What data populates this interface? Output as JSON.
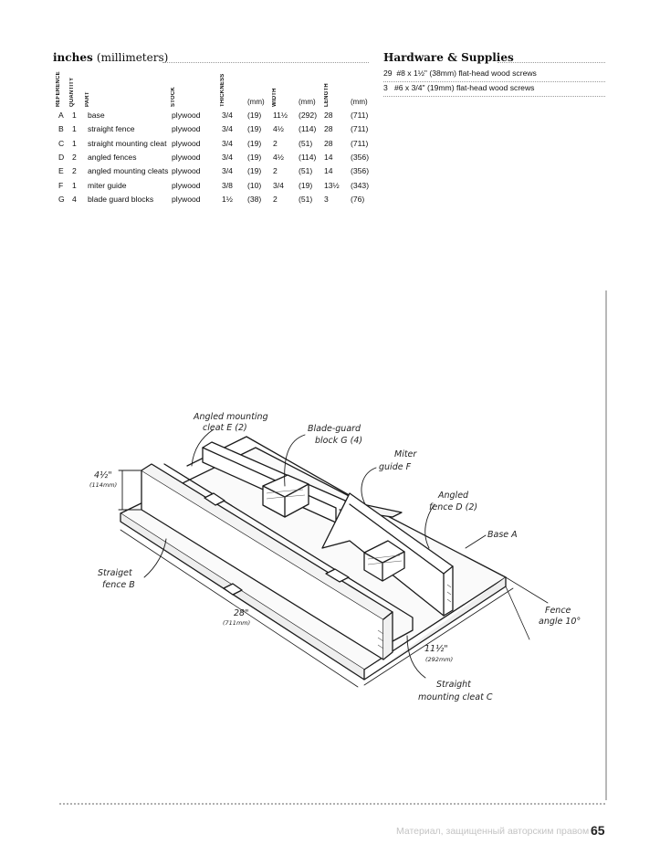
{
  "cutlist": {
    "title": "inches",
    "title_units": "(millimeters)",
    "headers": {
      "reference": "REFERENCE",
      "quantity": "QUANTITY",
      "part": "PART",
      "stock": "STOCK",
      "thickness": "THICKNESS",
      "width": "WIDTH",
      "length": "LENGTH",
      "mm": "(mm)"
    },
    "rows": [
      {
        "ref": "A",
        "qty": "1",
        "part": "base",
        "stock": "plywood",
        "t": "3/4",
        "t_mm": "(19)",
        "w": "11½",
        "w_mm": "(292)",
        "l": "28",
        "l_mm": "(711)"
      },
      {
        "ref": "B",
        "qty": "1",
        "part": "straight fence",
        "stock": "plywood",
        "t": "3/4",
        "t_mm": "(19)",
        "w": "4½",
        "w_mm": "(114)",
        "l": "28",
        "l_mm": "(711)"
      },
      {
        "ref": "C",
        "qty": "1",
        "part": "straight mounting cleat",
        "stock": "plywood",
        "t": "3/4",
        "t_mm": "(19)",
        "w": "2",
        "w_mm": "(51)",
        "l": "28",
        "l_mm": "(711)"
      },
      {
        "ref": "D",
        "qty": "2",
        "part": "angled fences",
        "stock": "plywood",
        "t": "3/4",
        "t_mm": "(19)",
        "w": "4½",
        "w_mm": "(114)",
        "l": "14",
        "l_mm": "(356)"
      },
      {
        "ref": "E",
        "qty": "2",
        "part": "angled mounting cleats",
        "stock": "plywood",
        "t": "3/4",
        "t_mm": "(19)",
        "w": "2",
        "w_mm": "(51)",
        "l": "14",
        "l_mm": "(356)"
      },
      {
        "ref": "F",
        "qty": "1",
        "part": "miter guide",
        "stock": "plywood",
        "t": "3/8",
        "t_mm": "(10)",
        "w": "3/4",
        "w_mm": "(19)",
        "l": "13½",
        "l_mm": "(343)"
      },
      {
        "ref": "G",
        "qty": "4",
        "part": "blade guard blocks",
        "stock": "plywood",
        "t": "1½",
        "t_mm": "(38)",
        "w": "2",
        "w_mm": "(51)",
        "l": "3",
        "l_mm": "(76)"
      }
    ]
  },
  "hardware": {
    "title": "Hardware & Supplies",
    "items": [
      {
        "qty": "29",
        "desc": "#8 x 1½\" (38mm) flat-head wood screws"
      },
      {
        "qty": "3",
        "desc": "#6 x 3/4\" (19mm) flat-head wood screws"
      }
    ]
  },
  "drawing": {
    "labels": {
      "angled_cleat_1": "Angled mounting",
      "angled_cleat_2": "cleat E (2)",
      "blade_guard_1": "Blade-guard",
      "blade_guard_2": "block G (4)",
      "miter_1": "Miter",
      "miter_2": "guide F",
      "angled_fence_1": "Angled",
      "angled_fence_2": "fence D (2)",
      "base": "Base A",
      "height_dim": "4½\"",
      "height_dim_mm": "(114mm)",
      "straight_fence_1": "Straiget",
      "straight_fence_2": "fence B",
      "length_dim": "28\"",
      "length_dim_mm": "(711mm)",
      "width_dim": "11½\"",
      "width_dim_mm": "(292mm)",
      "straight_cleat_1": "Straight",
      "straight_cleat_2": "mounting cleat C",
      "fence_angle_1": "Fence",
      "fence_angle_2": "angle 10°"
    }
  },
  "footer": {
    "watermark": "Материал, защищенный авторским правом",
    "page_number": "65"
  }
}
